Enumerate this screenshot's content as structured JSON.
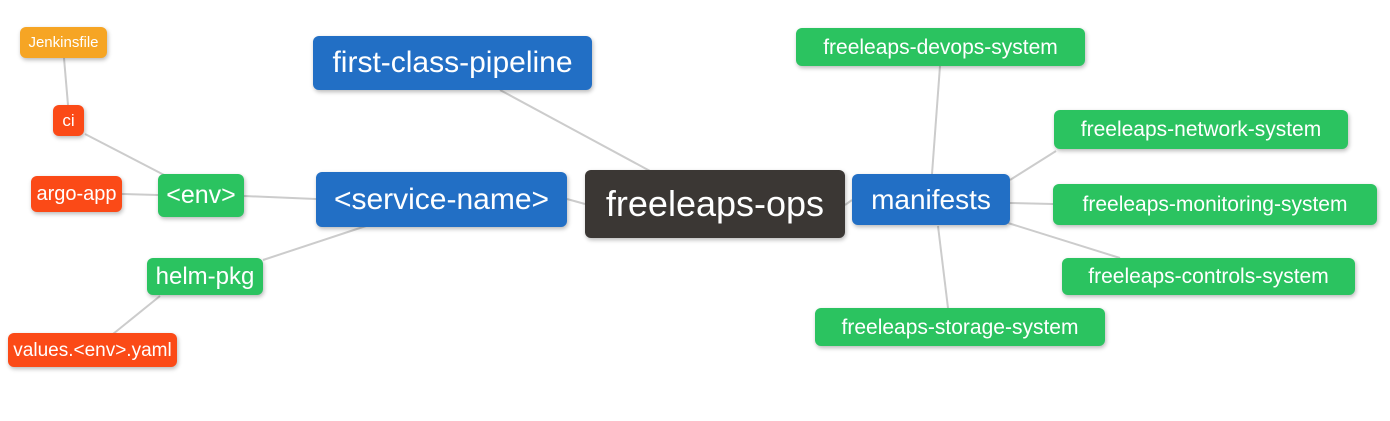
{
  "palette": {
    "root_bg": "#3b3734",
    "branch_bg": "#226fc5",
    "green_bg": "#2bc360",
    "red_bg": "#fb4a17",
    "orange_bg": "#f6a524",
    "edge": "#cccccc",
    "text": "#ffffff",
    "canvas_bg": "#ffffff"
  },
  "diagram": {
    "type": "mindmap",
    "root": "freeleaps-ops",
    "nodes": [
      {
        "id": "freeleaps-ops",
        "label": "freeleaps-ops",
        "parent": null,
        "color": "root_bg"
      },
      {
        "id": "first-class-pipeline",
        "label": "first-class-pipeline",
        "parent": "freeleaps-ops",
        "color": "branch_bg"
      },
      {
        "id": "service-name",
        "label": "<service-name>",
        "parent": "freeleaps-ops",
        "color": "branch_bg"
      },
      {
        "id": "manifests",
        "label": "manifests",
        "parent": "freeleaps-ops",
        "color": "branch_bg"
      },
      {
        "id": "env",
        "label": "<env>",
        "parent": "service-name",
        "color": "green_bg"
      },
      {
        "id": "helm-pkg",
        "label": "helm-pkg",
        "parent": "service-name",
        "color": "green_bg"
      },
      {
        "id": "ci",
        "label": "ci",
        "parent": "env",
        "color": "red_bg"
      },
      {
        "id": "argo-app",
        "label": "argo-app",
        "parent": "env",
        "color": "red_bg"
      },
      {
        "id": "jenkinsfile",
        "label": "Jenkinsfile",
        "parent": "ci",
        "color": "orange_bg"
      },
      {
        "id": "values-env-yaml",
        "label": "values.<env>.yaml",
        "parent": "helm-pkg",
        "color": "red_bg"
      },
      {
        "id": "freeleaps-devops-system",
        "label": "freeleaps-devops-system",
        "parent": "manifests",
        "color": "green_bg"
      },
      {
        "id": "freeleaps-network-system",
        "label": "freeleaps-network-system",
        "parent": "manifests",
        "color": "green_bg"
      },
      {
        "id": "freeleaps-monitoring-system",
        "label": "freeleaps-monitoring-system",
        "parent": "manifests",
        "color": "green_bg"
      },
      {
        "id": "freeleaps-controls-system",
        "label": "freeleaps-controls-system",
        "parent": "manifests",
        "color": "green_bg"
      },
      {
        "id": "freeleaps-storage-system",
        "label": "freeleaps-storage-system",
        "parent": "manifests",
        "color": "green_bg"
      }
    ]
  }
}
